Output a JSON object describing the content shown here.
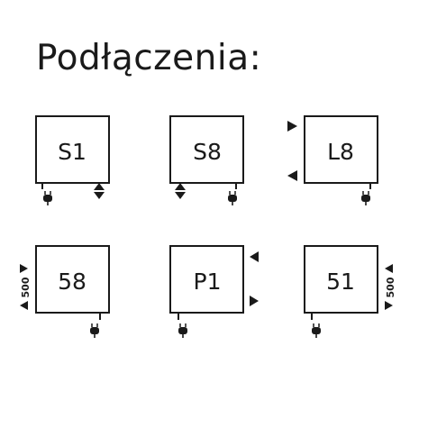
{
  "title": "Podłączenia:",
  "panels": [
    {
      "id": "s1",
      "label": "S1"
    },
    {
      "id": "s8",
      "label": "S8"
    },
    {
      "id": "l8",
      "label": "L8"
    },
    {
      "id": "p58",
      "label": "58"
    },
    {
      "id": "p1",
      "label": "P1"
    },
    {
      "id": "p51",
      "label": "51"
    }
  ],
  "distance_left": "500",
  "distance_right": "500",
  "colors": {
    "line": "#1a1a1a",
    "background": "#ffffff"
  }
}
